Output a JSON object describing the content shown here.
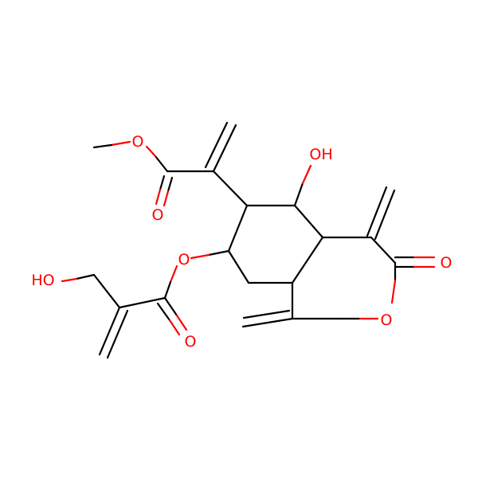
{
  "molecule": {
    "atoms": [
      {
        "id": "o-methoxy",
        "label": "O",
        "color": "#ff0000"
      },
      {
        "id": "o-ester-carbonyl-top",
        "label": "O",
        "color": "#ff0000"
      },
      {
        "id": "o-hydroxyl-ring",
        "label": "OH",
        "color": "#ff0000"
      },
      {
        "id": "o-lactone-carbonyl",
        "label": "O",
        "color": "#ff0000"
      },
      {
        "id": "o-lactone-ring",
        "label": "O",
        "color": "#ff0000"
      },
      {
        "id": "o-ester-link",
        "label": "O",
        "color": "#ff0000"
      },
      {
        "id": "o-ester-carbonyl-bottom",
        "label": "O",
        "color": "#ff0000"
      },
      {
        "id": "o-hydroxymethyl",
        "label": "HO",
        "color": "#ff0000"
      }
    ],
    "colors": {
      "bond": "#000000",
      "oxygen": "#ff0000",
      "background": "#ffffff"
    }
  }
}
